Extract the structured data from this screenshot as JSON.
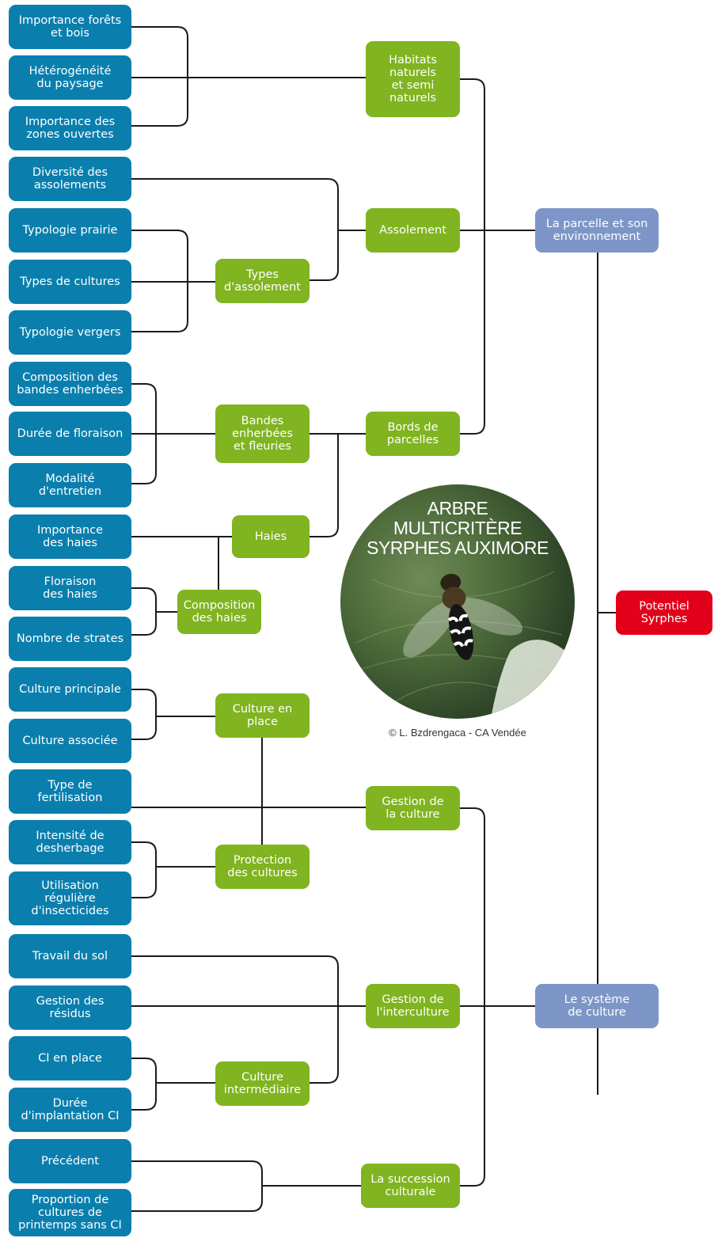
{
  "badge": {
    "title_line1": "ARBRE",
    "title_line2": "MULTICRITÈRE",
    "title_line3": "SYRPHES AUXIMORE"
  },
  "credit": "© L. Bzdrengaca  - CA Vendée",
  "nodes": {
    "root": "Potentiel\nSyrphes",
    "parcelle": "La parcelle et son\nenvironnement",
    "systeme": "Le système\nde culture",
    "habitats": "Habitats\nnaturels\net semi\nnaturels",
    "assolement": "Assolement",
    "bords": "Bords de\nparcelles",
    "types_assolement": "Types\nd'assolement",
    "bandes": "Bandes\nenherbées\net fleuries",
    "haies": "Haies",
    "composition_haies": "Composition\ndes haies",
    "culture_place": "Culture en\nplace",
    "protection": "Protection\ndes cultures",
    "gestion_culture": "Gestion de\nla culture",
    "gestion_interculture": "Gestion de\nl'interculture",
    "culture_inter": "Culture\nintermédiaire",
    "succession": "La succession\nculturale",
    "l_forets": "Importance forêts\net bois",
    "l_hetero": "Hétérogénéité\ndu paysage",
    "l_zones": "Importance des\nzones ouvertes",
    "l_diversite": "Diversité des\nassolements",
    "l_prairie": "Typologie prairie",
    "l_types_cultures": "Types de cultures",
    "l_vergers": "Typologie vergers",
    "l_compo_bandes": "Composition des\nbandes enherbées",
    "l_floraison": "Durée de floraison",
    "l_modalite": "Modalité\nd'entretien",
    "l_importance_haies": "Importance\ndes haies",
    "l_floraison_haies": "Floraison\ndes haies",
    "l_strates": "Nombre de strates",
    "l_principale": "Culture principale",
    "l_associee": "Culture associée",
    "l_fertilisation": "Type de\nfertilisation",
    "l_desherbage": "Intensité de\ndesherbage",
    "l_insecticides": "Utilisation\nrégulière\nd'insecticides",
    "l_travail": "Travail du sol",
    "l_residus": "Gestion des\nrésidus",
    "l_ci_place": "CI en place",
    "l_duree_ci": "Durée\nd'implantation CI",
    "l_precedent": "Précédent",
    "l_proportion": "Proportion de\ncultures de\nprintemps sans CI"
  },
  "colors": {
    "leaf": "#0a7fae",
    "mid": "#80b420",
    "top": "#7d96c7",
    "root": "#e2001a",
    "line": "#1a1a1a"
  }
}
